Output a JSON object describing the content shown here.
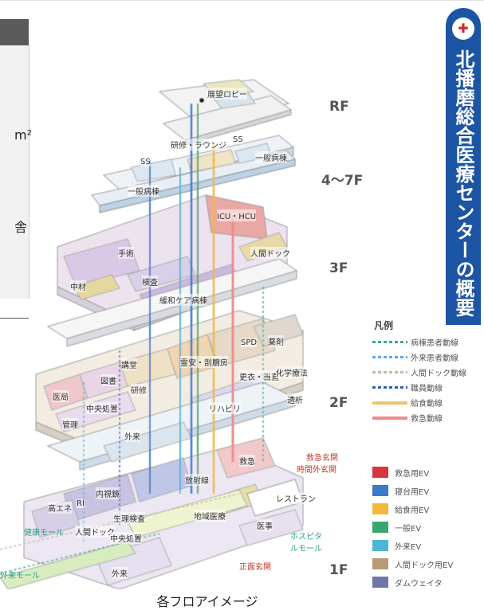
{
  "side_title": "北播磨総合医療センターの概要",
  "left_fragments": [
    "m²",
    "舎"
  ],
  "floors": [
    "RF",
    "4～7F",
    "3F",
    "2F",
    "1F"
  ],
  "areas": {
    "rf": [
      "展望ロビー"
    ],
    "f47": [
      "研修・ラウンジ",
      "SS",
      "SS",
      "一般病棟",
      "一般病棟"
    ],
    "f3": [
      "ICU・HCU",
      "手術",
      "人間ドック",
      "中材",
      "検査",
      "緩和ケア病棟"
    ],
    "f2": [
      "SPD",
      "薬剤",
      "講堂",
      "医局",
      "図書",
      "研修",
      "中央処置",
      "管理",
      "霊安・剖検",
      "厨房",
      "更衣・当直",
      "化学療法",
      "透析",
      "リハビリ",
      "外来"
    ],
    "f1": [
      "救急",
      "救急玄関",
      "時間外玄関",
      "放射線",
      "内視鏡",
      "RI",
      "高エネ",
      "生理検査",
      "地域医療",
      "レストラン",
      "医事",
      "人間ドック",
      "中央処置",
      "外来",
      "正面玄関",
      "ホスピタルモール",
      "健康モール",
      "外来モール"
    ]
  },
  "legend": {
    "title": "凡例",
    "lines": [
      {
        "label": "病棟患者動線",
        "color": "#3aaa8e",
        "style": "dotted"
      },
      {
        "label": "外来患者動線",
        "color": "#5fa8d8",
        "style": "dotted"
      },
      {
        "label": "人間ドック動線",
        "color": "#c9b89a",
        "style": "dotted"
      },
      {
        "label": "職員動線",
        "color": "#2d5fae",
        "style": "dotted"
      },
      {
        "label": "給食動線",
        "color": "#f0c46a",
        "style": "solid"
      },
      {
        "label": "救急動線",
        "color": "#ef8a8a",
        "style": "solid"
      }
    ],
    "elevators": [
      {
        "label": "救急用EV",
        "color": "#d9343b"
      },
      {
        "label": "寝台用EV",
        "color": "#3a7bc8"
      },
      {
        "label": "給食用EV",
        "color": "#f1b93c"
      },
      {
        "label": "一般EV",
        "color": "#3aa56c"
      },
      {
        "label": "外来EV",
        "color": "#4fb4d6"
      },
      {
        "label": "人間ドック用EV",
        "color": "#b99a76"
      },
      {
        "label": "ダムウェイタ",
        "color": "#6e78a8"
      }
    ]
  },
  "caption": "各フロアイメージ"
}
